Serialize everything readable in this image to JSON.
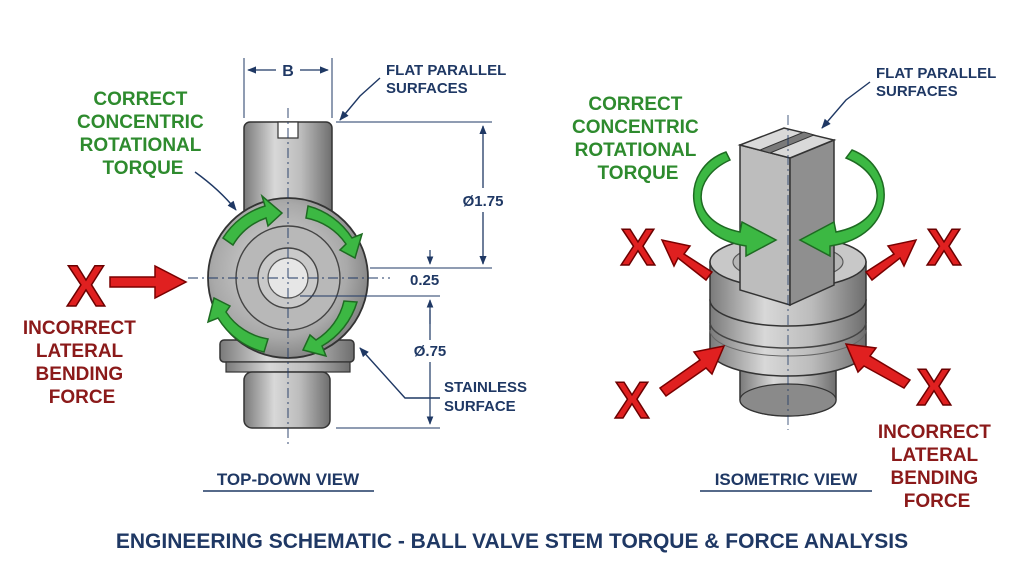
{
  "top_view": {
    "torque_label": [
      "CORRECT",
      "CONCENTRIC",
      "ROTATIONAL",
      "TORQUE"
    ],
    "dim_b": "B",
    "flat_label": [
      "FLAT PARALLEL",
      "SURFACES"
    ],
    "dim_175": "Ø1.75",
    "dim_025": "0.25",
    "dim_075": "Ø.75",
    "stainless_label": [
      "STAINLESS",
      "SURFACE"
    ],
    "bending_label": [
      "INCORRECT",
      "LATERAL",
      "BENDING",
      "FORCE"
    ],
    "view_title": "TOP-DOWN VIEW"
  },
  "iso_view": {
    "flat_label": [
      "FLAT PARALLEL",
      "SURFACES"
    ],
    "torque_label": [
      "CORRECT",
      "CONCENTRIC",
      "ROTATIONAL",
      "TORQUE"
    ],
    "bending_label": [
      "INCORRECT",
      "LATERAL",
      "BENDING",
      "FORCE"
    ],
    "view_title": "ISOMETRIC VIEW"
  },
  "x_mark": "X",
  "footer_title": "ENGINEERING SCHEMATIC - BALL VALVE STEM TORQUE & FORCE ANALYSIS",
  "colors": {
    "navy": "#1f3864",
    "green": "#2e8b2e",
    "dark_red": "#8b1a1a",
    "arrow_red": "#e02020",
    "arrow_green": "#3cb843",
    "metal": "#a8a8a8"
  }
}
